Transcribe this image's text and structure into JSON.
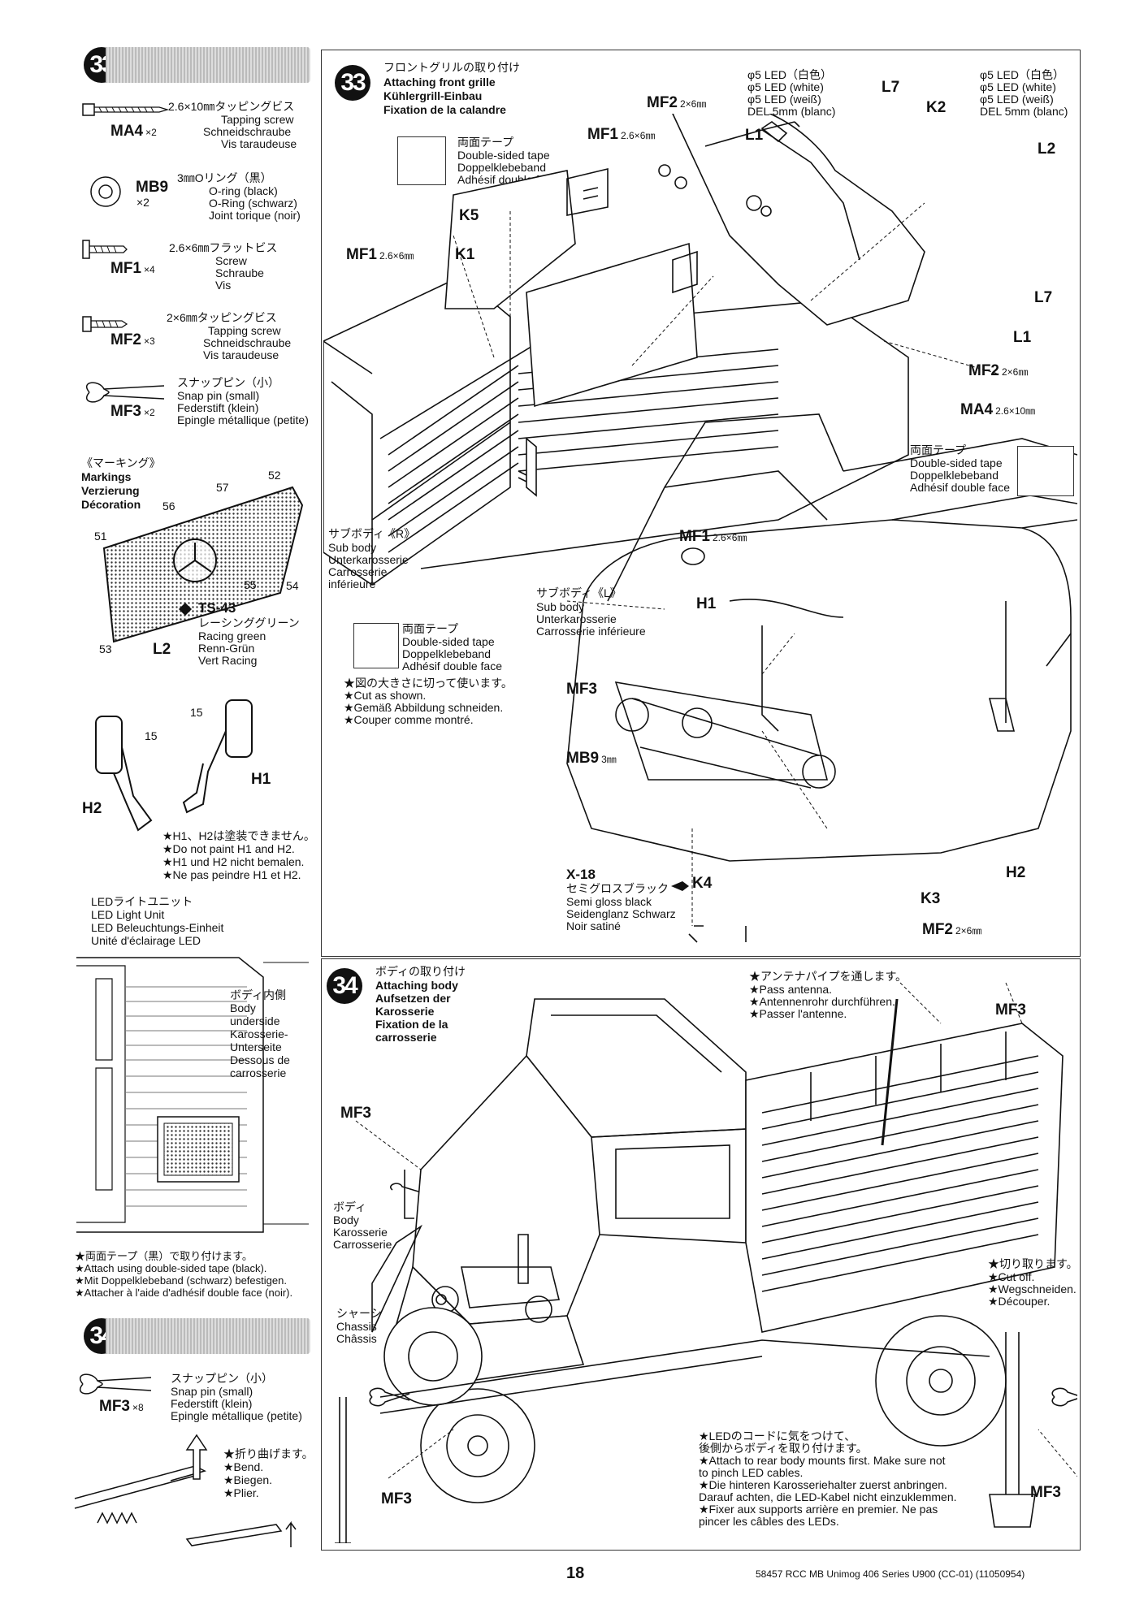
{
  "left_panel": {
    "step33": {
      "number": "33",
      "parts": [
        {
          "jp": "2.6×10㎜タッピングビス",
          "en": "Tapping screw",
          "de": "Schneidschraube",
          "fr": "Vis taraudeuse",
          "code": "MA4",
          "qty": "×2"
        },
        {
          "jp": "3㎜Oリング（黒）",
          "en": "O-ring (black)",
          "de": "O-Ring (schwarz)",
          "fr": "Joint torique (noir)",
          "code": "MB9",
          "qty": "×2"
        },
        {
          "jp": "2.6×6㎜フラットビス",
          "en": "Screw",
          "de": "Schraube",
          "fr": "Vis",
          "code": "MF1",
          "qty": "×4"
        },
        {
          "jp": "2×6㎜タッピングビス",
          "en": "Tapping screw",
          "de": "Schneidschraube",
          "fr": "Vis taraudeuse",
          "code": "MF2",
          "qty": "×3"
        },
        {
          "jp": "スナップピン（小）",
          "en": "Snap pin (small)",
          "de": "Federstift (klein)",
          "fr": "Epingle métallique (petite)",
          "code": "MF3",
          "qty": "×2"
        }
      ],
      "markings": {
        "jp": "《マーキング》",
        "en": "Markings",
        "de": "Verzierung",
        "fr": "Décoration",
        "numbers": [
          "51",
          "52",
          "53",
          "54",
          "55",
          "56",
          "57"
        ],
        "part": "L2"
      },
      "paint": {
        "code": "TS-43",
        "jp": "レーシンググリーン",
        "en": "Racing green",
        "de": "Renn-Grün",
        "fr": "Vert Racing"
      },
      "mirrors": {
        "num": "15",
        "h1": "H1",
        "h2": "H2",
        "notes": [
          "★H1、H2は塗装できません。",
          "★Do not paint H1 and H2.",
          "★H1 und H2 nicht bemalen.",
          "★Ne pas peindre H1 et H2."
        ]
      },
      "led": {
        "jp": "LEDライトユニット",
        "en": "LED Light Unit",
        "de": "LED Beleuchtungs-Einheit",
        "fr": "Unité d'éclairage LED"
      },
      "underside": {
        "jp": "ボディ内側",
        "en": "Body",
        "en2": "underside",
        "de": "Karosserie-",
        "de2": "Unterseite",
        "fr": "Dessous de",
        "fr2": "carrosserie"
      },
      "tape_notes": [
        "★両面テープ（黒）で取り付けます。",
        "★Attach using double-sided tape (black).",
        "★Mit Doppelklebeband (schwarz) befestigen.",
        "★Attacher à l'aide d'adhésif double face (noir)."
      ]
    },
    "step34": {
      "number": "34",
      "part": {
        "jp": "スナップピン（小）",
        "en": "Snap pin (small)",
        "de": "Federstift (klein)",
        "fr": "Epingle métallique (petite)",
        "code": "MF3",
        "qty": "×8"
      },
      "bend": [
        "★折り曲げます。",
        "★Bend.",
        "★Biegen.",
        "★Plier."
      ]
    }
  },
  "step33_panel": {
    "number": "33",
    "title_jp": "フロントグリルの取り付け",
    "title_en": "Attaching front grille",
    "title_de": "Kühlergrill-Einbau",
    "title_fr": "Fixation de la calandre",
    "tape": {
      "jp": "両面テープ",
      "en": "Double-sided tape",
      "de": "Doppelklebeband",
      "fr": "Adhésif double face"
    },
    "led_white": {
      "a": "φ5 LED（白色）",
      "b": "φ5 LED (white)",
      "c": "φ5 LED (weiß)",
      "d": "DEL 5mm (blanc)"
    },
    "labels": {
      "mf2": "MF2",
      "mf2_size": "2×6㎜",
      "mf1": "MF1",
      "mf1_size": "2.6×6㎜",
      "l1": "L1",
      "l7": "L7",
      "k2": "K2",
      "l2": "L2",
      "k5": "K5",
      "k1": "K1",
      "ma4": "MA4",
      "ma4_size": "2.6×10㎜",
      "h1": "H1",
      "h2": "H2",
      "mf3": "MF3",
      "mb9": "MB9",
      "mb9_size": "3㎜",
      "k3": "K3",
      "k4": "K4"
    },
    "sub_r": {
      "jp": "サブボディ《R》",
      "en": "Sub body",
      "de": "Unterkarosserie",
      "fr": "Carrosserie",
      "fr2": "inférieure"
    },
    "sub_l": {
      "jp": "サブボディ《L》",
      "en": "Sub body",
      "de": "Unterkarosserie",
      "fr": "Carrosserie inférieure"
    },
    "cut_notes": [
      "★図の大きさに切って使います。",
      "★Cut as shown.",
      "★Gemäß Abbildung schneiden.",
      "★Couper comme montré."
    ],
    "x18": {
      "code": "X-18",
      "jp": "セミグロスブラック",
      "en": "Semi gloss black",
      "de": "Seidenglanz Schwarz",
      "fr": "Noir satiné"
    }
  },
  "step34_panel": {
    "number": "34",
    "title_jp": "ボディの取り付け",
    "title_en": "Attaching body",
    "title_de1": "Aufsetzen der",
    "title_de2": "Karosserie",
    "title_fr1": "Fixation de la",
    "title_fr2": "carrosserie",
    "antenna": [
      "★アンテナパイプを通します。",
      "★Pass antenna.",
      "★Antennenrohr durchführen.",
      "★Passer l'antenne."
    ],
    "body": {
      "jp": "ボディ",
      "en": "Body",
      "de": "Karosserie",
      "fr": "Carrosserie"
    },
    "chassis": {
      "jp": "シャーシ",
      "en": "Chassis",
      "fr": "Châssis"
    },
    "cut": [
      "★切り取ります。",
      "★Cut off.",
      "★Wegschneiden.",
      "★Découper."
    ],
    "led_cord": [
      "★LEDのコードに気をつけて、",
      "後側からボディを取り付けます。",
      "★Attach to rear body mounts first. Make sure not",
      "to pinch LED cables.",
      "★Die hinteren Karosseriehalter zuerst anbringen.",
      "Darauf achten, die LED-Kabel nicht einzuklemmen.",
      "★Fixer aux supports arrière en premier. Ne pas",
      "pincer les câbles des LEDs."
    ],
    "mf3": "MF3"
  },
  "footer": {
    "page": "18",
    "code": "58457 RCC MB Unimog 406 Series U900 (CC-01) (11050954)"
  }
}
